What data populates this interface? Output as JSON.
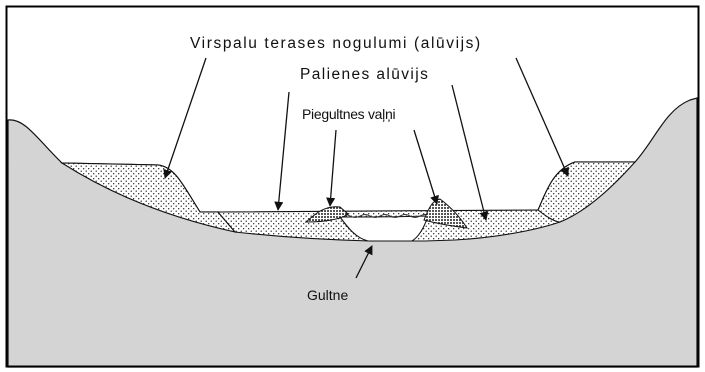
{
  "labels": {
    "terrace": "Virspalu terases nogulumi (alūvijs)",
    "floodplain": "Palienes alūvijs",
    "levees": "Piegultnes vaļņi",
    "channel": "Gultne"
  },
  "colors": {
    "ground": "#d4d4d4",
    "sediment": "#ffffff",
    "dots": "#1a1a1a",
    "stroke": "#111111",
    "frame": "#000000"
  }
}
